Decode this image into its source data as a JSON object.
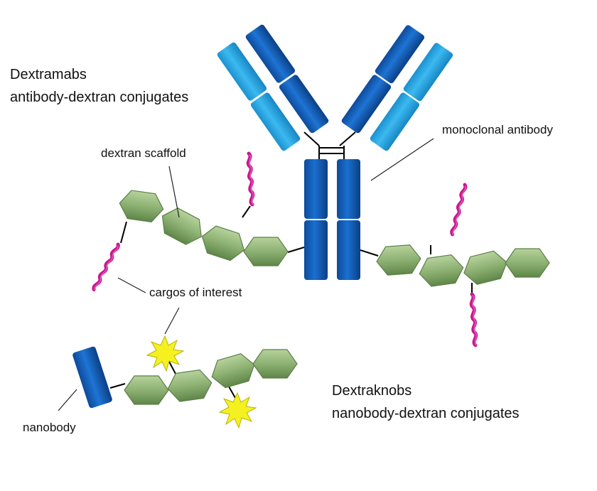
{
  "labels": {
    "dextramabs_title": "Dextramabs",
    "dextramabs_subtitle": "antibody-dextran conjugates",
    "monoclonal_antibody": "monoclonal antibody",
    "dextran_scaffold": "dextran scaffold",
    "cargos_of_interest": "cargos of interest",
    "nanobody": "nanobody",
    "dextraknobs_title": "Dextraknobs",
    "dextraknobs_subtitle": "nanobody-dextran conjugates"
  },
  "colors": {
    "heavy_chain": "#1565c0",
    "light_chain": "#29a8e6",
    "dextran_unit": "#8fb07a",
    "cargo_ribbon": "#c8168f",
    "cargo_star": "#f5f020",
    "bond": "#000000"
  },
  "icons": {
    "antibody": "antibody-y-shape-icon",
    "nanobody": "nanobody-cylinder-icon",
    "dextran": "hexagon-sugar-unit-icon",
    "cargo_ribbon": "peptide-ribbon-icon",
    "cargo_star": "star-burst-icon"
  }
}
